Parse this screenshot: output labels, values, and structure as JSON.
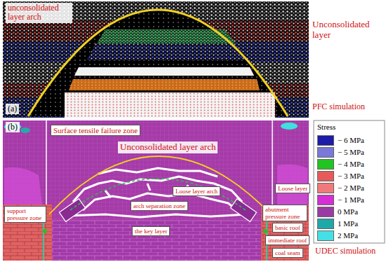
{
  "diagram": {
    "labels": [
      "unconsolidated layer arch",
      "Unconsolidated layer",
      "(a)",
      "PFC simulation",
      "(b)",
      "Surface tensile failure zone",
      "Unconsolidated layer arch",
      "Loose layer arch",
      "arch separation zone",
      "Loose layer",
      "support pressure zone",
      "abutment pressure zone",
      "basic roof",
      "the key layer",
      "immediate roof",
      "coal seam",
      "Stress",
      "UDEC simulation"
    ],
    "legend": [
      {
        "text": "− 6 MPa",
        "color": "#1c1ca8"
      },
      {
        "text": "− 5 MPa",
        "color": "#7a78d8"
      },
      {
        "text": "− 4 MPa",
        "color": "#22c422"
      },
      {
        "text": "− 3 MPa",
        "color": "#e65a5a"
      },
      {
        "text": "− 2 MPa",
        "color": "#f07a7a"
      },
      {
        "text": "− 1 MPa",
        "color": "#d42ed4"
      },
      {
        "text": "0 MPa",
        "color": "#9a3aa4"
      },
      {
        "text": "1 MPa",
        "color": "#1ea8a8"
      },
      {
        "text": "2 MPa",
        "color": "#44e0e6"
      }
    ]
  }
}
